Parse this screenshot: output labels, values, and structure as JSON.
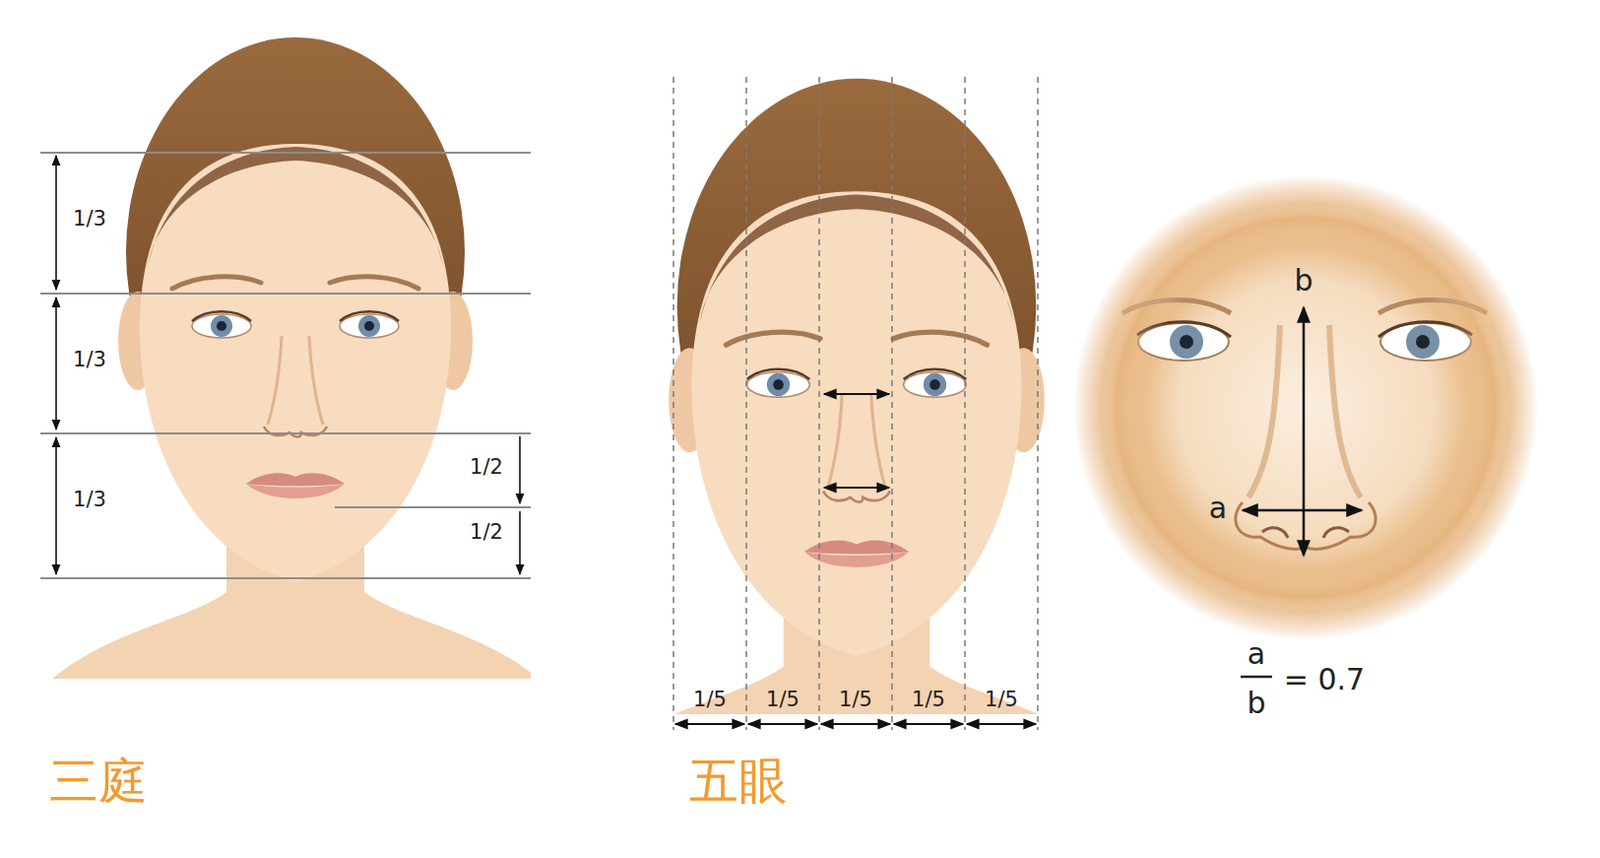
{
  "diagram": {
    "labels": [
      "1/3",
      "1/3",
      "1/3",
      "1/2",
      "1/2",
      "三庭",
      "1/5",
      "1/5",
      "1/5",
      "1/5",
      "1/5",
      "五眼",
      "b",
      "a",
      "a",
      "b",
      "= 0.7"
    ]
  }
}
